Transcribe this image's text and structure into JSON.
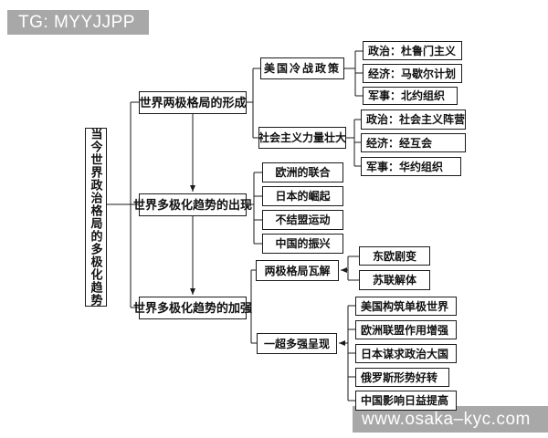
{
  "overlay": {
    "tg_label": "TG: MYYJJPP",
    "watermark": "www.osaka–kyc.com"
  },
  "colors": {
    "line": "#1a1a1a",
    "overlay_bg": "#a8a8a8",
    "overlay_text": "#ffffff",
    "box_border": "#1a1a1a",
    "box_bg": "#ffffff"
  },
  "diagram": {
    "root": "当今世界政治格局的多极化趋势",
    "branches": [
      {
        "label": "世界两极格局的形成",
        "children": [
          {
            "label": "美国冷战政策",
            "children": [
              {
                "label": "政治：杜鲁门主义"
              },
              {
                "label": "经济：马歇尔计划"
              },
              {
                "label": "军事：北约组织"
              }
            ]
          },
          {
            "label": "社会主义力量壮大",
            "children": [
              {
                "label": "政治：社会主义阵营"
              },
              {
                "label": "经济：经互会"
              },
              {
                "label": "军事：华约组织"
              }
            ]
          }
        ]
      },
      {
        "label": "世界多极化趋势的出现",
        "children": [
          {
            "label": "欧洲的联合"
          },
          {
            "label": "日本的崛起"
          },
          {
            "label": "不结盟运动"
          },
          {
            "label": "中国的振兴"
          }
        ]
      },
      {
        "label": "世界多极化趋势的加强",
        "children": [
          {
            "label": "两极格局瓦解",
            "children": [
              {
                "label": "东欧剧变"
              },
              {
                "label": "苏联解体"
              }
            ]
          },
          {
            "label": "一超多强呈现",
            "children": [
              {
                "label": "美国构筑单极世界"
              },
              {
                "label": "欧洲联盟作用增强"
              },
              {
                "label": "日本谋求政治大国"
              },
              {
                "label": "俄罗斯形势好转"
              },
              {
                "label": "中国影响日益提高"
              }
            ]
          }
        ]
      }
    ]
  }
}
